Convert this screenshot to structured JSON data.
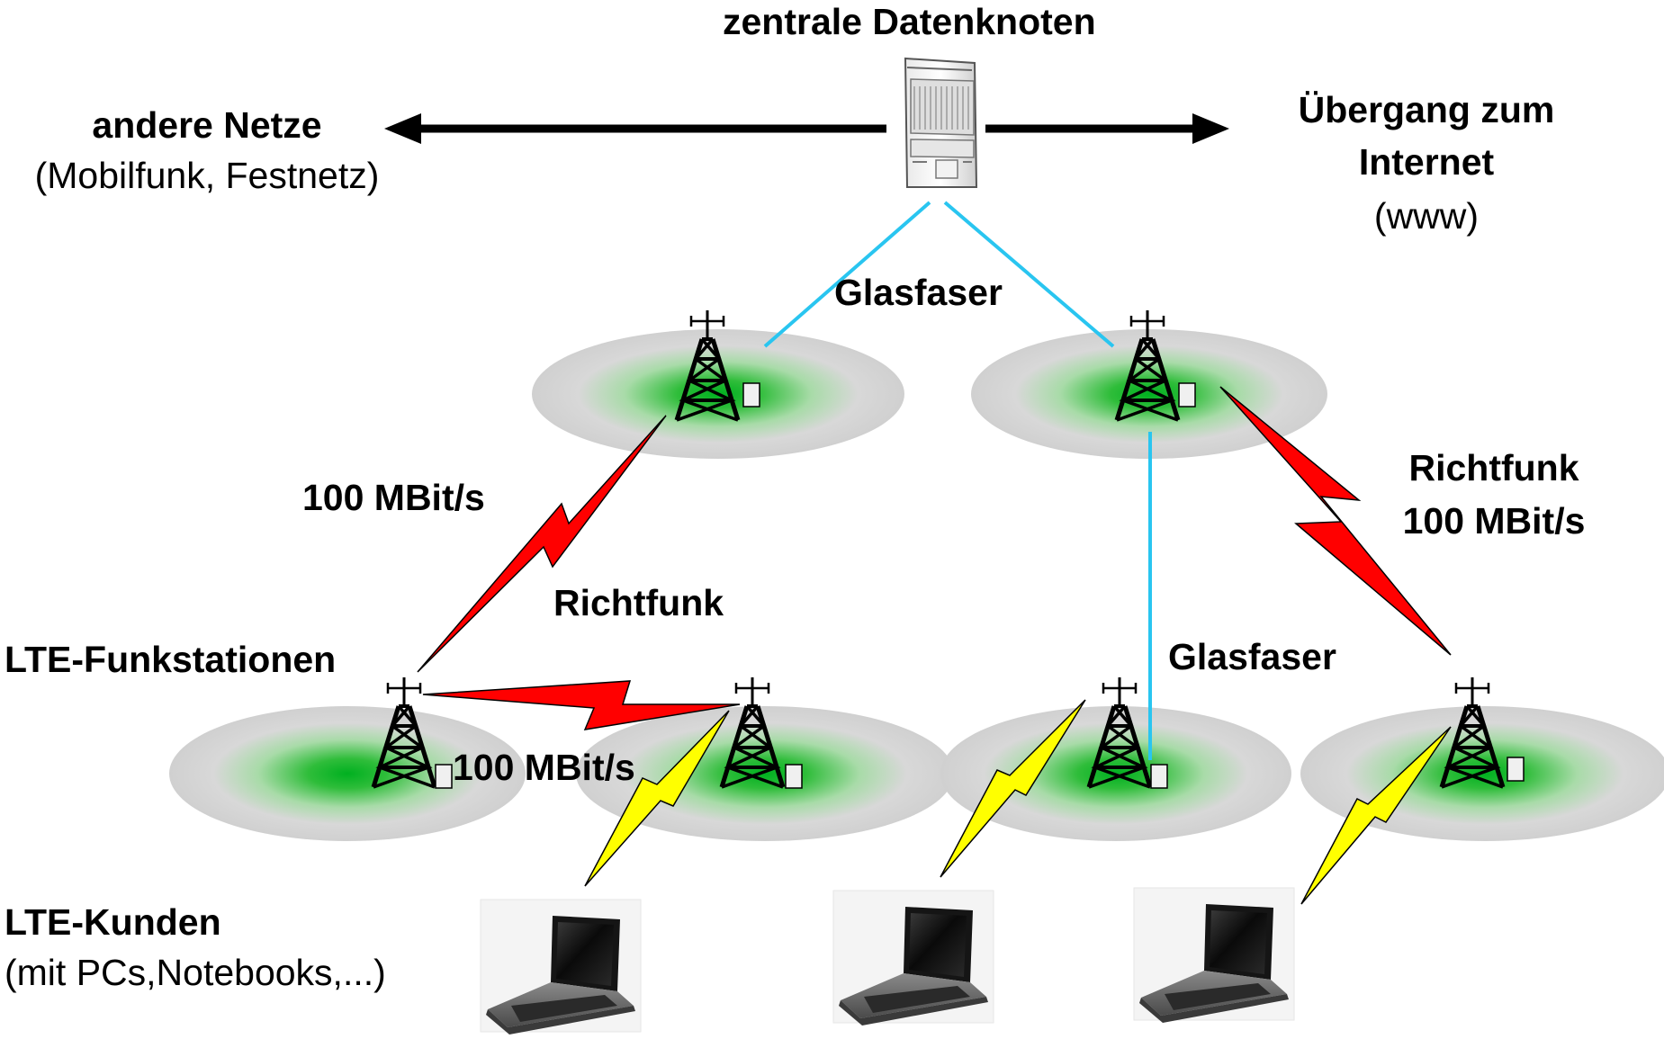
{
  "header": {
    "title": "zentrale Datenknoten"
  },
  "left_network": {
    "title": "andere Netze",
    "subtitle": "(Mobilfunk, Festnetz)"
  },
  "right_network": {
    "title_line1": "Übergang zum",
    "title_line2": "Internet",
    "subtitle": "(www)"
  },
  "links": {
    "fiber_top": "Glasfaser",
    "fiber_right": "Glasfaser",
    "radio_left_speed": "100 MBit/s",
    "radio_left_label": "Richtfunk",
    "radio_right_label": "Richtfunk",
    "radio_right_speed": "100 MBit/s",
    "radio_bottom_speed": "100 MBit/s"
  },
  "stations_label": "LTE-Funkstationen",
  "customers": {
    "title": "LTE-Kunden",
    "subtitle": "(mit PCs,Notebooks,...)"
  },
  "icons": [
    "server-icon",
    "radio-tower-icon",
    "laptop-icon",
    "lightning-icon",
    "arrow-left-icon",
    "arrow-right-icon"
  ],
  "colors": {
    "fiber": "#29c5f0",
    "backhaul_radio": "#ff0000",
    "access_radio": "#ffff00",
    "coverage_core": "#00b020",
    "coverage_outer": "#d6d6d6"
  }
}
